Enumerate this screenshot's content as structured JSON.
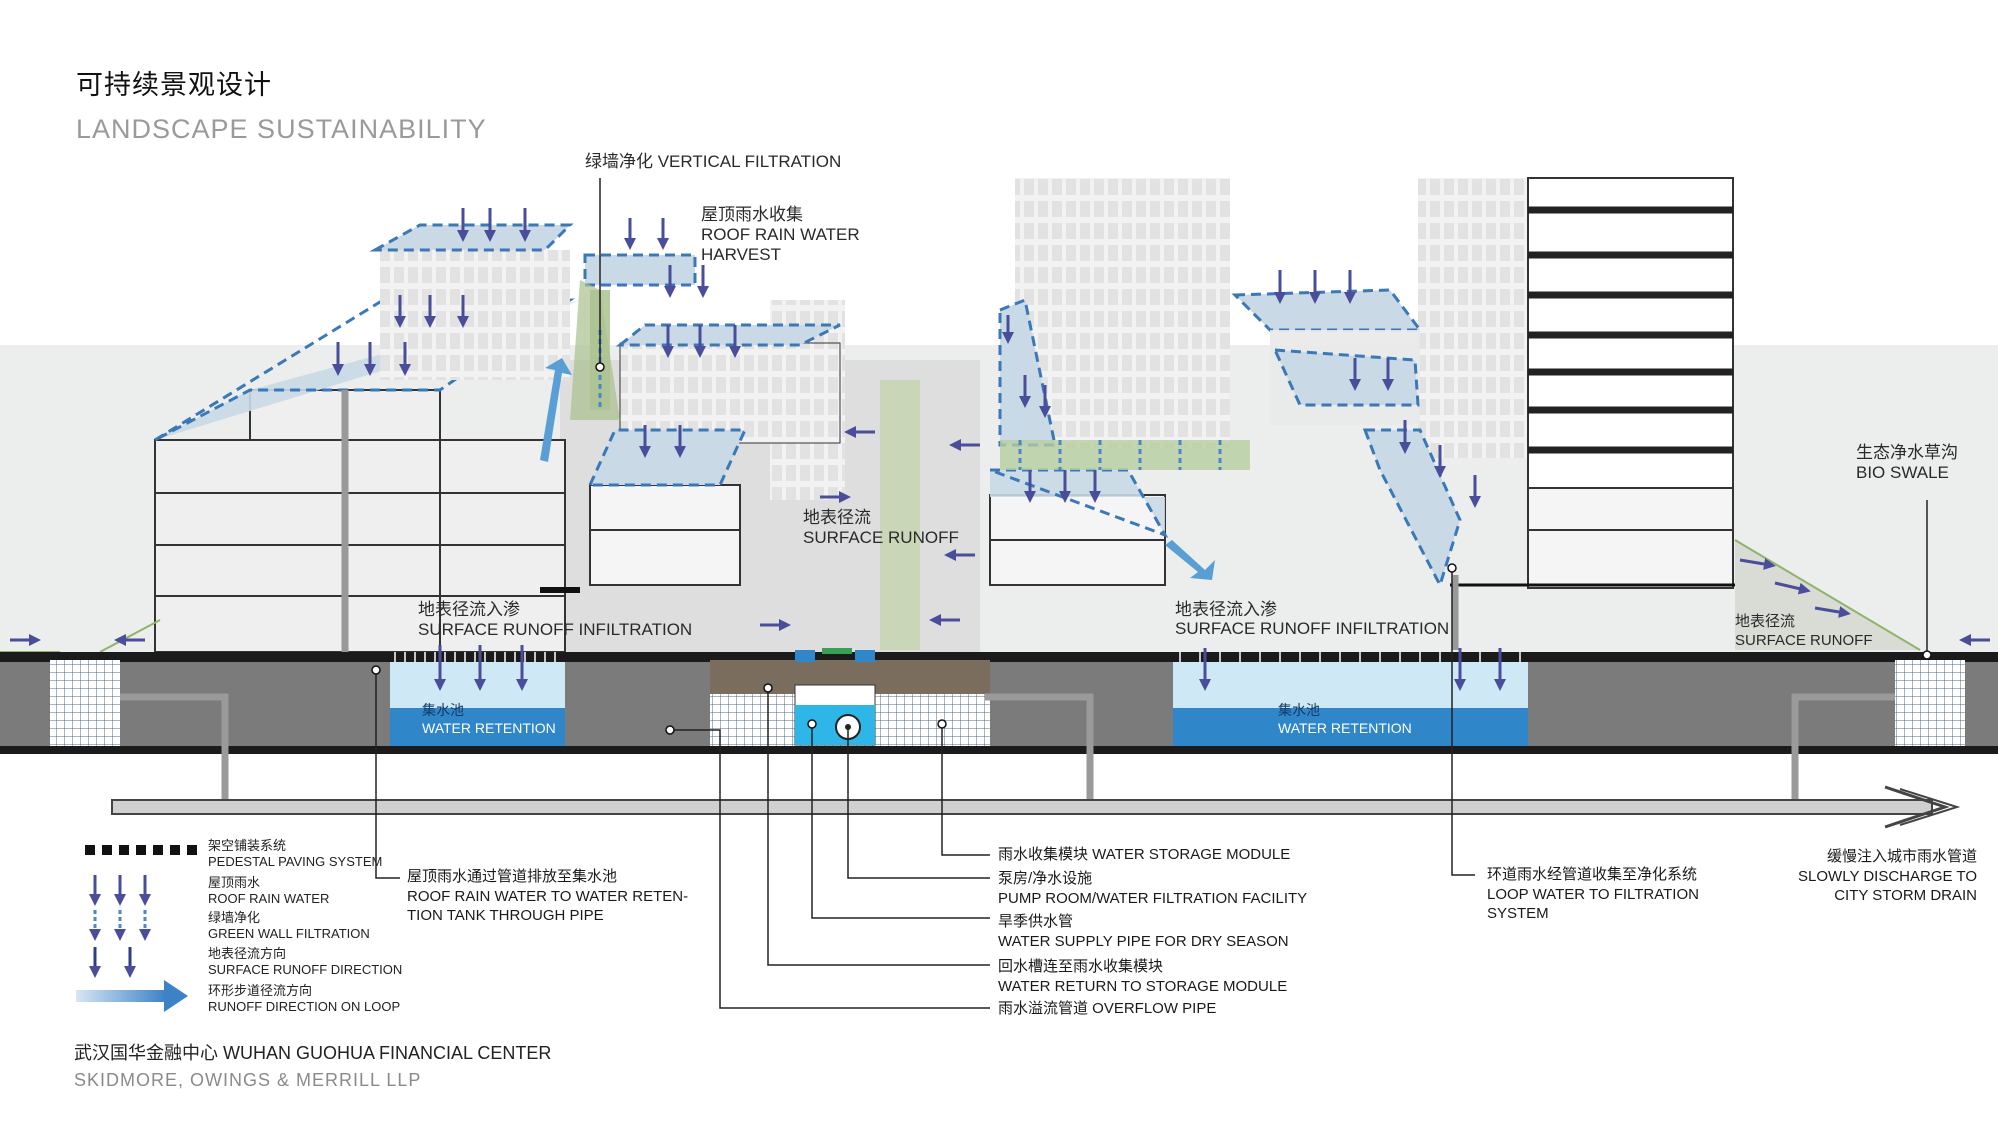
{
  "header": {
    "title_cn": "可持续景观设计",
    "title_en": "LANDSCAPE SUSTAINABILITY"
  },
  "labels": {
    "vertical_filtration": "绿墙净化 VERTICAL FILTRATION",
    "roof_rain_cn": "屋顶雨水收集",
    "roof_rain_en1": "ROOF RAIN WATER",
    "roof_rain_en2": "HARVEST",
    "surface_runoff_cn": "地表径流",
    "surface_runoff_en": "SURFACE RUNOFF",
    "infiltration_left_cn": "地表径流入渗",
    "infiltration_left_en": "SURFACE RUNOFF INFILTRATION",
    "infiltration_right_cn": "地表径流入渗",
    "infiltration_right_en": "SURFACE RUNOFF INFILTRATION",
    "bio_swale_cn": "生态净水草沟",
    "bio_swale_en": "BIO SWALE",
    "surface_runoff_right_cn": "地表径流",
    "surface_runoff_right_en": "SURFACE RUNOFF",
    "retention_left_cn": "集水池",
    "retention_left_en": "WATER RETENTION",
    "retention_right_cn": "集水池",
    "retention_right_en": "WATER RETENTION"
  },
  "captions": {
    "roof_pipe_cn": "屋顶雨水通过管道排放至集水池",
    "roof_pipe_en1": "ROOF RAIN WATER TO WATER RETEN-",
    "roof_pipe_en2": "TION  TANK THROUGH PIPE",
    "storage_module": "雨水收集模块 WATER STORAGE MODULE",
    "pump_cn": "泵房/净水设施",
    "pump_en": "PUMP ROOM/WATER FILTRATION FACILITY",
    "supply_cn": "旱季供水管",
    "supply_en": "WATER SUPPLY PIPE FOR DRY SEASON",
    "return_cn": "回水槽连至雨水收集模块",
    "return_en": "WATER RETURN TO STORAGE MODULE",
    "overflow": "雨水溢流管道 OVERFLOW PIPE",
    "loop_cn": "环道雨水经管道收集至净化系统",
    "loop_en1": "LOOP WATER TO FILTRATION",
    "loop_en2": "SYSTEM",
    "discharge_cn": "缓慢注入城市雨水管道",
    "discharge_en1": "SLOWLY DISCHARGE TO",
    "discharge_en2": "CITY STORM DRAIN"
  },
  "legend": [
    {
      "cn": "架空铺装系统",
      "en": "PEDESTAL PAVING SYSTEM",
      "icon": "pedestal-paving-icon"
    },
    {
      "cn": "屋顶雨水",
      "en": "ROOF RAIN WATER",
      "icon": "roof-rain-arrows-icon"
    },
    {
      "cn": "绿墙净化",
      "en": "GREEN WALL FILTRATION",
      "icon": "green-wall-arrows-icon"
    },
    {
      "cn": "地表径流方向",
      "en": "SURFACE RUNOFF DIRECTION",
      "icon": "surface-runoff-arrows-icon"
    },
    {
      "cn": "环形步道径流方向",
      "en": "RUNOFF DIRECTION ON LOOP",
      "icon": "loop-runoff-arrow-icon"
    }
  ],
  "footer": {
    "project": "武汉国华金融中心 WUHAN GUOHUA FINANCIAL CENTER",
    "firm": "SKIDMORE, OWINGS & MERRILL LLP"
  },
  "colors": {
    "roof_fill": "#c9d9e6",
    "roof_dash": "#3a78b8",
    "arrow": "#4a4e9a",
    "water": "#2f86c9",
    "water_light": "#cfe8f6",
    "ground": "#7b7b7b",
    "pipe": "#9a9a9a",
    "green": "#8fb46a"
  }
}
